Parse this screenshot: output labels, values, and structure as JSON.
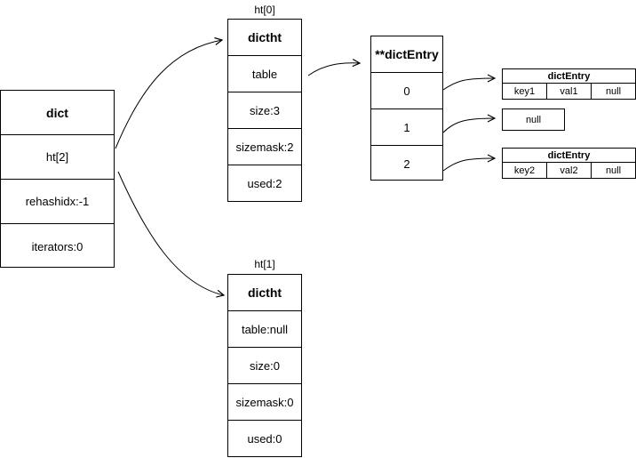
{
  "dict": {
    "title": "dict",
    "fields": [
      "ht[2]",
      "rehashidx:-1",
      "iterators:0"
    ]
  },
  "ht0": {
    "caption": "ht[0]",
    "title": "dictht",
    "fields": [
      "table",
      "size:3",
      "sizemask:2",
      "used:2"
    ]
  },
  "ht1": {
    "caption": "ht[1]",
    "title": "dictht",
    "fields": [
      "table:null",
      "size:0",
      "sizemask:0",
      "used:0"
    ]
  },
  "table": {
    "title": "**dictEntry",
    "indexes": [
      "0",
      "1",
      "2"
    ]
  },
  "entry0": {
    "title": "dictEntry",
    "key": "key1",
    "val": "val1",
    "next": "null"
  },
  "slot1": {
    "value": "null"
  },
  "entry2": {
    "title": "dictEntry",
    "key": "key2",
    "val": "val2",
    "next": "null"
  }
}
